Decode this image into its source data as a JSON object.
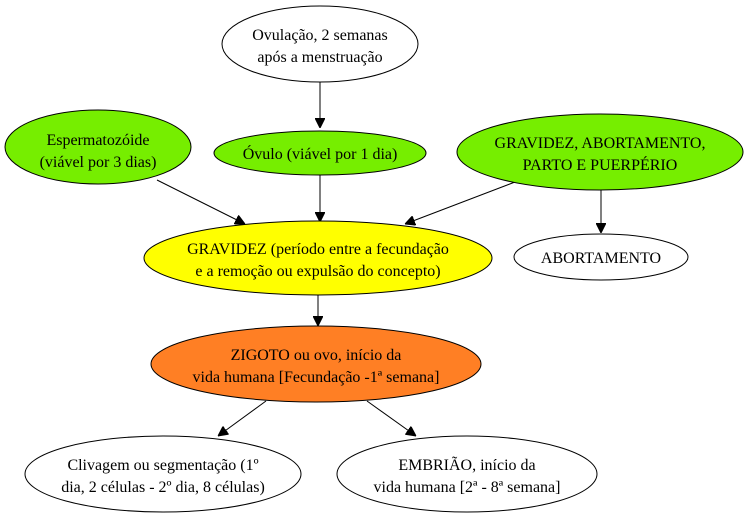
{
  "colors": {
    "green": "#76ee00",
    "yellow": "#ffff00",
    "orange": "#ff7f24",
    "white": "#ffffff",
    "stroke": "#000000"
  },
  "nodes": {
    "ovulacao": {
      "line1": "Ovulação, 2 semanas",
      "line2": "após a menstruação",
      "fill": "white"
    },
    "espermatozoide": {
      "line1": "Espermatozóide",
      "line2": "(viável por 3 dias)",
      "fill": "green"
    },
    "ovulo": {
      "line1": "Óvulo (viável por 1 dia)",
      "fill": "green"
    },
    "gravidez_aborto_parto": {
      "line1": "GRAVIDEZ, ABORTAMENTO,",
      "line2": "PARTO E PUERPÉRIO",
      "fill": "green"
    },
    "gravidez": {
      "line1": "GRAVIDEZ (período entre a fecundação",
      "line2": "e a remoção ou expulsão do concepto)",
      "fill": "yellow"
    },
    "abortamento": {
      "line1": "ABORTAMENTO",
      "fill": "white"
    },
    "zigoto": {
      "line1": "ZIGOTO ou ovo, início da",
      "line2": "vida humana [Fecundação -1ª semana]",
      "fill": "orange"
    },
    "clivagem": {
      "line1": "Clivagem ou segmentação (1º",
      "line2": "dia, 2 células - 2º dia, 8 células)",
      "fill": "white"
    },
    "embriao": {
      "line1": "EMBRIÃO, início da",
      "line2": "vida humana [2ª - 8ª semana]",
      "fill": "white"
    }
  },
  "edges": [
    {
      "from": "ovulacao",
      "to": "ovulo"
    },
    {
      "from": "espermatozoide",
      "to": "gravidez"
    },
    {
      "from": "ovulo",
      "to": "gravidez"
    },
    {
      "from": "gravidez_aborto_parto",
      "to": "gravidez"
    },
    {
      "from": "gravidez_aborto_parto",
      "to": "abortamento"
    },
    {
      "from": "gravidez",
      "to": "zigoto"
    },
    {
      "from": "zigoto",
      "to": "clivagem"
    },
    {
      "from": "zigoto",
      "to": "embriao"
    }
  ]
}
